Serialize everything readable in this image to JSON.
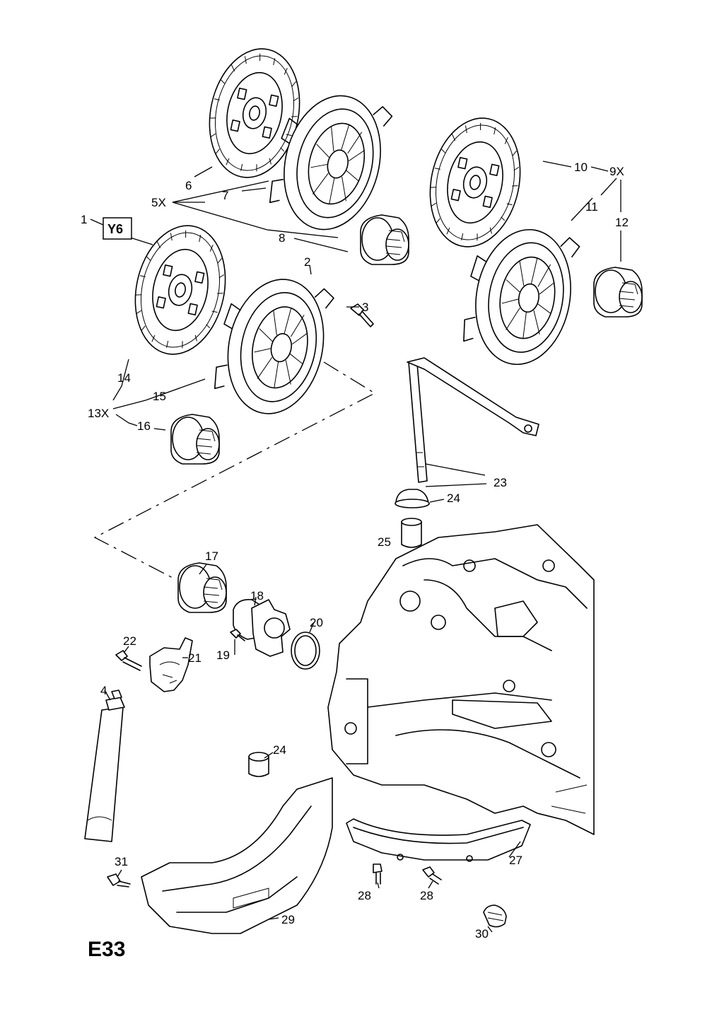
{
  "diagram": {
    "page_code": "E33",
    "variant_box": "Y6",
    "callouts": {
      "c1": "1",
      "c2": "2",
      "c3": "3",
      "c4": "4",
      "c5": "5X",
      "c6": "6",
      "c7": "7",
      "c8": "8",
      "c9": "9X",
      "c10": "10",
      "c11": "11",
      "c12": "12",
      "c13": "13X",
      "c14": "14",
      "c15": "15",
      "c16": "16",
      "c17": "17",
      "c18": "18",
      "c19": "19",
      "c20": "20",
      "c21": "21",
      "c22": "22",
      "c23": "23",
      "c24a": "24",
      "c24b": "24",
      "c25": "25",
      "c27": "27",
      "c28a": "28",
      "c28b": "28",
      "c29": "29",
      "c30": "30",
      "c31": "31"
    }
  }
}
